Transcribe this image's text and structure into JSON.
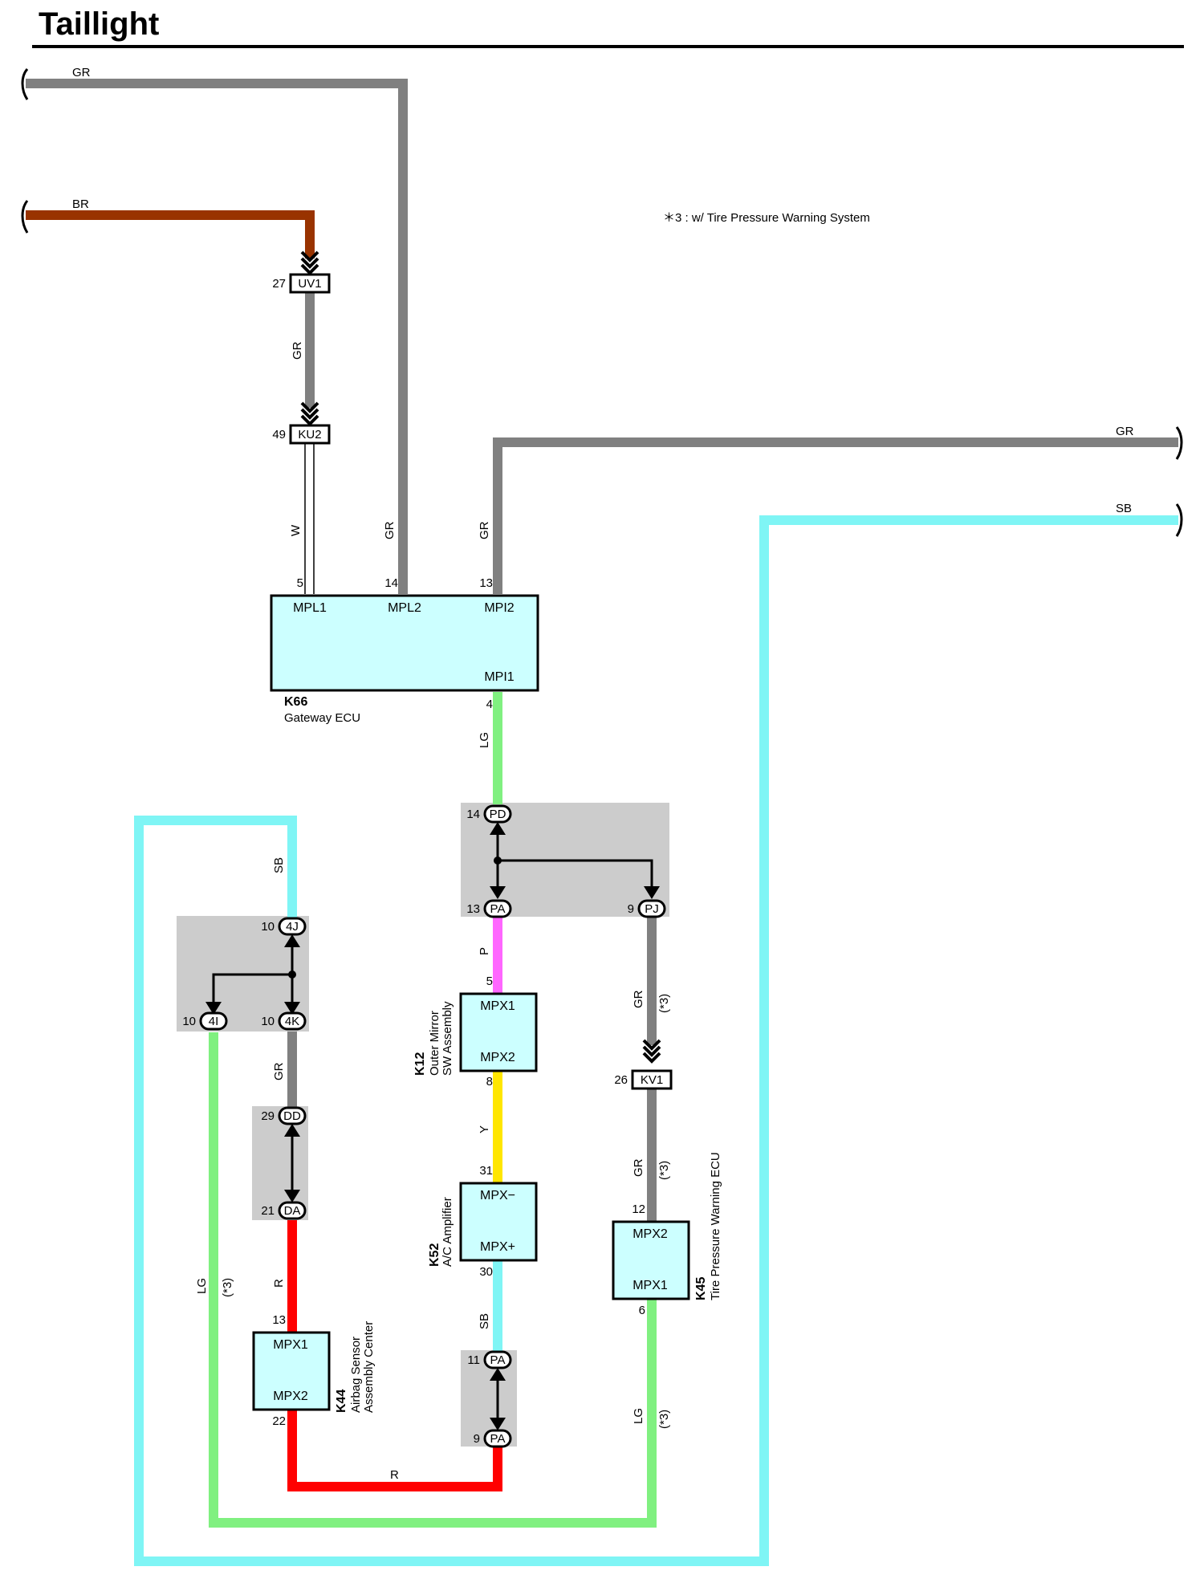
{
  "title": "Taillight",
  "note": "＊3 : w/ Tire Pressure Warning System",
  "colors": {
    "GR": "#808080",
    "BR": "#993300",
    "SB": "#7ff5f5",
    "LG": "#80f080",
    "P": "#ff66ff",
    "Y": "#ffe600",
    "R": "#ff0000",
    "W": "#ffffff",
    "component_fill": "#ccffff",
    "junction_fill": "#cccccc"
  },
  "wire_labels": {
    "gr_top": "GR",
    "br_top": "BR",
    "gr_uv1_ku2": "GR",
    "w_ku2_mpl1": "W",
    "gr_mpl2": "GR",
    "gr_mpi2": "GR",
    "gr_right": "GR",
    "sb_right": "SB",
    "lg_mpi1": "LG",
    "sb_left": "SB",
    "p_k12": "P",
    "gr_pj": "GR",
    "gr_pj_note": "(*3)",
    "gr_4k": "GR",
    "y_k52": "Y",
    "gr_kv1": "GR",
    "gr_kv1_note": "(*3)",
    "lg_4i": "LG",
    "lg_4i_note": "(*3)",
    "r_k44": "R",
    "sb_k52": "SB",
    "lg_k45": "LG",
    "lg_k45_note": "(*3)",
    "r_bottom": "R"
  },
  "connectors": {
    "uv1": {
      "name": "UV1",
      "pin": "27"
    },
    "ku2": {
      "name": "KU2",
      "pin": "49"
    },
    "kv1": {
      "name": "KV1",
      "pin": "26"
    }
  },
  "junctions": {
    "pd": {
      "name": "PD",
      "pin": "14"
    },
    "pa_top": {
      "name": "PA",
      "pin": "13"
    },
    "pj": {
      "name": "PJ",
      "pin": "9"
    },
    "4j": {
      "name": "4J",
      "pin": "10"
    },
    "4i": {
      "name": "4I",
      "pin": "10"
    },
    "4k": {
      "name": "4K",
      "pin": "10"
    },
    "dd": {
      "name": "DD",
      "pin": "29"
    },
    "da": {
      "name": "DA",
      "pin": "21"
    },
    "pa_11": {
      "name": "PA",
      "pin": "11"
    },
    "pa_9": {
      "name": "PA",
      "pin": "9"
    }
  },
  "components": {
    "k66": {
      "id": "K66",
      "name": "Gateway ECU",
      "pins": [
        {
          "num": "5",
          "name": "MPL1"
        },
        {
          "num": "14",
          "name": "MPL2"
        },
        {
          "num": "13",
          "name": "MPI2"
        },
        {
          "num": "4",
          "name": "MPI1"
        }
      ]
    },
    "k12": {
      "id": "K12",
      "name_line1": "Outer Mirror",
      "name_line2": "SW Assembly",
      "pins": [
        {
          "num": "5",
          "name": "MPX1"
        },
        {
          "num": "8",
          "name": "MPX2"
        }
      ]
    },
    "k52": {
      "id": "K52",
      "name": "A/C Amplifier",
      "pins": [
        {
          "num": "31",
          "name": "MPX−"
        },
        {
          "num": "30",
          "name": "MPX+"
        }
      ]
    },
    "k45": {
      "id": "K45",
      "name": "Tire Pressure Warning ECU",
      "pins": [
        {
          "num": "12",
          "name": "MPX2"
        },
        {
          "num": "6",
          "name": "MPX1"
        }
      ]
    },
    "k44": {
      "id": "K44",
      "name_line1": "Airbag Sensor",
      "name_line2": "Assembly Center",
      "pins": [
        {
          "num": "13",
          "name": "MPX1"
        },
        {
          "num": "22",
          "name": "MPX2"
        }
      ]
    }
  }
}
